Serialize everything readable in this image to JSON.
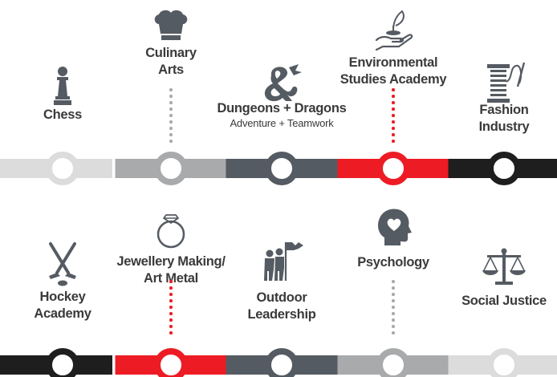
{
  "colors": {
    "light_gray": "#dcdcdc",
    "gray": "#a8aaac",
    "slate": "#555b62",
    "red": "#ed1c24",
    "black": "#1e1e1e",
    "text": "#3a3a3a"
  },
  "rows": [
    {
      "items": [
        {
          "name": "chess",
          "label": "Chess",
          "sub": "",
          "icon": "chess-pawn-icon",
          "color": "light_gray",
          "connector": "none"
        },
        {
          "name": "culinary-arts",
          "label": "Culinary\nArts",
          "sub": "",
          "icon": "chef-hat-icon",
          "color": "gray",
          "connector": "gray"
        },
        {
          "name": "dungeons-dragons",
          "label": "Dungeons + Dragons",
          "sub": "Adventure + Teamwork",
          "icon": "dragon-ampersand-icon",
          "color": "slate",
          "connector": "none"
        },
        {
          "name": "environmental-studies",
          "label": "Environmental\nStudies Academy",
          "sub": "",
          "icon": "hand-plant-icon",
          "color": "red",
          "connector": "red"
        },
        {
          "name": "fashion-industry",
          "label": "Fashion\nIndustry",
          "sub": "",
          "icon": "thread-spool-needle-icon",
          "color": "black",
          "connector": "none"
        }
      ]
    },
    {
      "items": [
        {
          "name": "hockey-academy",
          "label": "Hockey\nAcademy",
          "sub": "",
          "icon": "hockey-sticks-icon",
          "color": "black",
          "connector": "none"
        },
        {
          "name": "jewellery-making",
          "label": "Jewellery Making/\nArt Metal",
          "sub": "",
          "icon": "diamond-ring-icon",
          "color": "red",
          "connector": "red"
        },
        {
          "name": "outdoor-leadership",
          "label": "Outdoor\nLeadership",
          "sub": "",
          "icon": "hikers-flag-icon",
          "color": "slate",
          "connector": "none"
        },
        {
          "name": "psychology",
          "label": "Psychology",
          "sub": "",
          "icon": "head-heart-icon",
          "color": "gray",
          "connector": "gray"
        },
        {
          "name": "social-justice",
          "label": "Social Justice",
          "sub": "",
          "icon": "balance-scale-icon",
          "color": "light_gray",
          "connector": "none"
        }
      ]
    }
  ]
}
